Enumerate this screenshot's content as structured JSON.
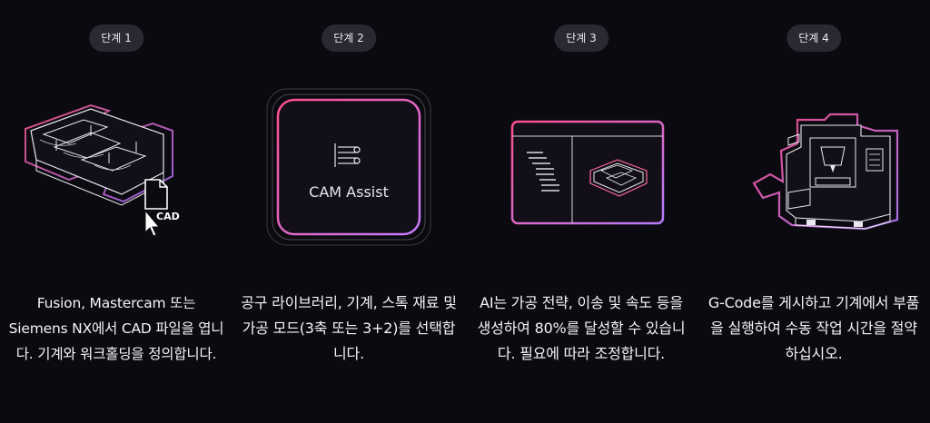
{
  "steps": [
    {
      "badge": "단계 1",
      "icon": "cad-part-icon",
      "cad_label": "CAD",
      "text": "Fusion, Mastercam 또는 Siemens NX에서 CAD 파일을 엽니다. 기계와 워크홀딩을 정의합니다."
    },
    {
      "badge": "단계 2",
      "icon": "cam-assist-icon",
      "card_label": "CAM Assist",
      "text": "공구 라이브러리, 기계, 스톡 재료 및 가공 모드(3축 또는 3+2)를 선택합니다."
    },
    {
      "badge": "단계 3",
      "icon": "ai-toolpath-window-icon",
      "text": "AI는 가공 전략, 이송 및 속도 등을 생성하여 80%를 달성할 수 있습니다. 필요에 따라 조정합니다."
    },
    {
      "badge": "단계 4",
      "icon": "cnc-machine-icon",
      "text": "G-Code를 게시하고 기계에서 부품을 실행하여 수동 작업 시간을 절약하십시오."
    }
  ],
  "colors": {
    "background": "#0b0a11",
    "badge_bg": "#2a2931",
    "accent_pink": "#ff4fa3",
    "accent_violet": "#b27dff"
  }
}
